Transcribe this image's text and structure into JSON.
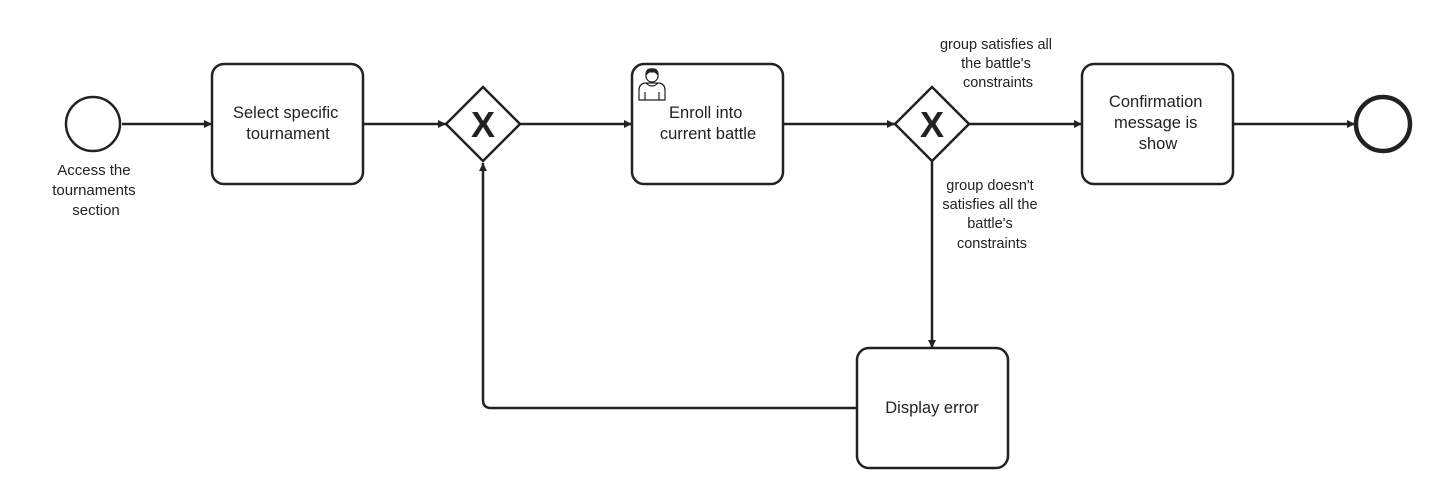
{
  "diagram": {
    "start_event": {
      "label_lines": [
        "Access the",
        "tournaments",
        "section"
      ]
    },
    "tasks": {
      "select_tournament": {
        "label_lines": [
          "Select specific",
          "tournament"
        ]
      },
      "enroll_battle": {
        "label_lines": [
          "Enroll into",
          "current battle"
        ],
        "type": "user-task"
      },
      "confirmation": {
        "label_lines": [
          "Confirmation",
          "message is",
          "show"
        ]
      },
      "display_error": {
        "label_lines": [
          "Display error"
        ]
      }
    },
    "gateways": {
      "merge": {
        "symbol": "X",
        "type": "exclusive"
      },
      "decision": {
        "symbol": "X",
        "type": "exclusive"
      }
    },
    "flows": {
      "satisfies": {
        "label_lines": [
          "group satisfies all",
          "the battle's",
          "constraints"
        ]
      },
      "not_satisfies": {
        "label_lines": [
          "group doesn't",
          "satisfies all the",
          "battle's",
          "constraints"
        ]
      }
    },
    "end_event": {},
    "colors": {
      "stroke": "#222222",
      "fill": "#ffffff",
      "text": "#222222"
    },
    "icons": [
      "user-icon"
    ]
  }
}
